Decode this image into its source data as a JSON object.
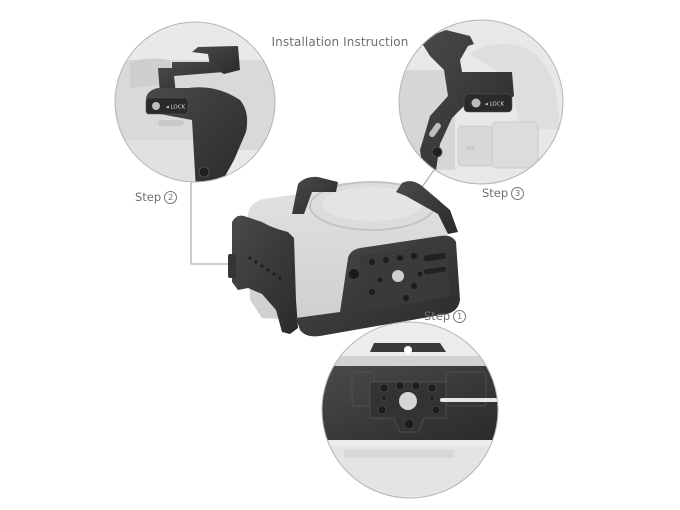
{
  "title": "Installation Instruction",
  "steps": [
    {
      "id": "step-1",
      "label": "Step",
      "number": "1",
      "glyph": "①",
      "detail": "Bottom plate with mounting holes and center screw"
    },
    {
      "id": "step-2",
      "label": "Step",
      "number": "2",
      "glyph": "②",
      "detail": "Handle side lock",
      "lock_text": "◂ LOCK"
    },
    {
      "id": "step-3",
      "label": "Step",
      "number": "3",
      "glyph": "③",
      "detail": "Top lock clamp",
      "lock_text": "◂ LOCK",
      "port_text": "MIC"
    }
  ],
  "colors": {
    "background": "#ffffff",
    "text": "#6f6f6f",
    "leader_line": "#9a9a9a",
    "circle_border": "#b5b5b5",
    "cage_dark": "#2e2e30",
    "cage_mid": "#47474a",
    "camera_body": "#d4d4d4",
    "camera_light": "#e6e6e6"
  }
}
